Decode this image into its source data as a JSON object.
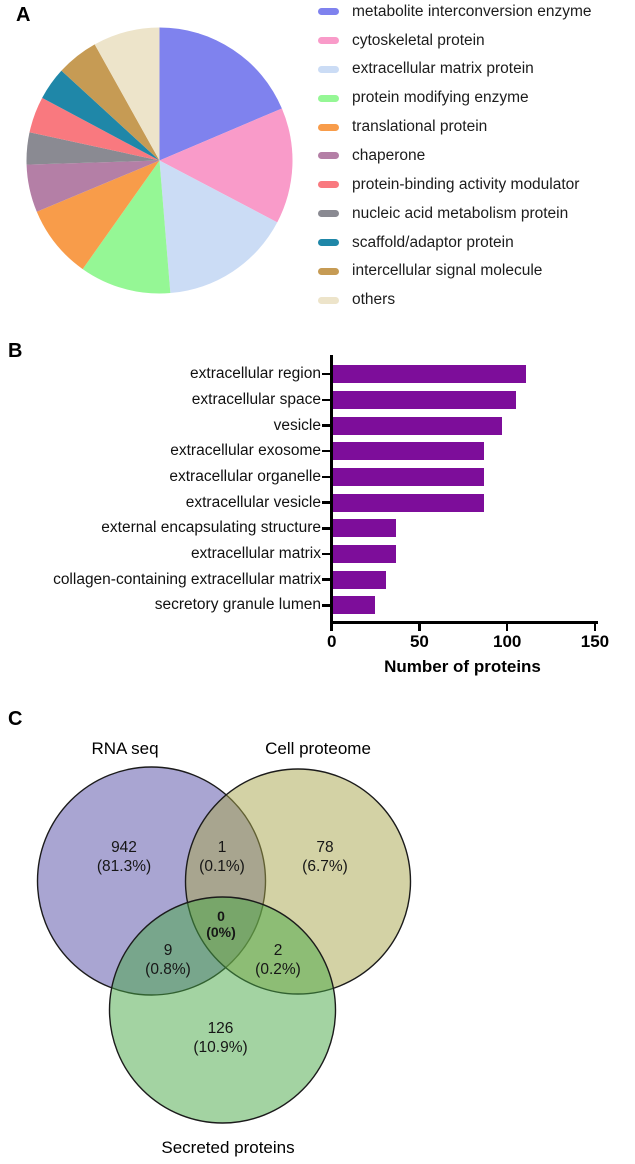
{
  "panel_labels": {
    "a": "A",
    "b": "B",
    "c": "C"
  },
  "chart_data": [
    {
      "id": "protein-class-pie",
      "type": "pie",
      "title": "",
      "note": "slices listed in clockwise draw order starting at 12 o'clock",
      "slices": [
        {
          "label": "metabolite interconversion enzyme",
          "pct": 18.6,
          "color": "#7f82ee"
        },
        {
          "label": "cytoskeletal protein",
          "pct": 14.1,
          "color": "#f99bc9"
        },
        {
          "label": "extracellular matrix protein",
          "pct": 16.0,
          "color": "#cbdcf5"
        },
        {
          "label": "protein modifying enzyme",
          "pct": 11.1,
          "color": "#95f795"
        },
        {
          "label": "translational protein",
          "pct": 8.9,
          "color": "#f89c4a"
        },
        {
          "label": "chaperone",
          "pct": 5.8,
          "color": "#b47fa6"
        },
        {
          "label": "nucleic acid metabolism protein",
          "pct": 3.9,
          "color": "#8a8a92"
        },
        {
          "label": "protein-binding activity modulator",
          "pct": 4.4,
          "color": "#f9797f"
        },
        {
          "label": "scaffold/adaptor protein",
          "pct": 4.0,
          "color": "#1f87a8"
        },
        {
          "label": "intercellular signal molecule",
          "pct": 5.1,
          "color": "#c69b54"
        },
        {
          "label": "others",
          "pct": 8.1,
          "color": "#ede4ca"
        }
      ],
      "legend_order": [
        0,
        1,
        2,
        3,
        4,
        5,
        7,
        6,
        8,
        9,
        10
      ],
      "legend_position": "right"
    },
    {
      "id": "go-cellular-component-bar",
      "type": "bar",
      "orientation": "horizontal",
      "categories": [
        "extracellular region",
        "extracellular space",
        "vesicle",
        "extracellular exosome",
        "extracellular organelle",
        "extracellular vesicle",
        "external encapsulating structure",
        "extracellular matrix",
        "collagen-containing extracellular matrix",
        "secretory granule lumen"
      ],
      "values": [
        110,
        104,
        96,
        86,
        86,
        86,
        36,
        36,
        30,
        24
      ],
      "xlabel": "Number of proteins",
      "xticks": [
        "0",
        "50",
        "100",
        "150"
      ],
      "xtick_values": [
        0,
        50,
        100,
        150
      ],
      "xlim": [
        0,
        150
      ],
      "bar_color": "#7d0d9a",
      "grid": false
    },
    {
      "id": "overlap-venn",
      "type": "venn3",
      "sets": [
        {
          "name": "RNA seq",
          "color": "#534ba5"
        },
        {
          "name": "Cell proteome",
          "color": "#a7a54b"
        },
        {
          "name": "Secreted proteins",
          "color": "#47a745"
        }
      ],
      "regions": [
        {
          "region": "rna-only",
          "count": "942",
          "pct": "(81.3%)"
        },
        {
          "region": "rna-cell",
          "count": "1",
          "pct": "(0.1%)"
        },
        {
          "region": "cell-only",
          "count": "78",
          "pct": "(6.7%)"
        },
        {
          "region": "rna-cell-secreted",
          "count": "0",
          "pct": "(0%)"
        },
        {
          "region": "rna-secreted",
          "count": "9",
          "pct": "(0.8%)"
        },
        {
          "region": "cell-secreted",
          "count": "2",
          "pct": "(0.2%)"
        },
        {
          "region": "secreted-only",
          "count": "126",
          "pct": "(10.9%)"
        }
      ]
    }
  ]
}
